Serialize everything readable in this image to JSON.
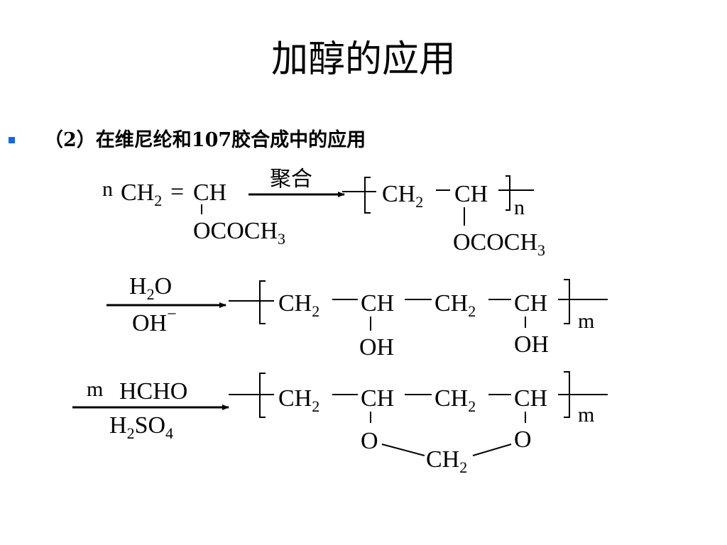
{
  "slide": {
    "title": "加醇的应用",
    "bullet": "（2）在维尼纶和107胶合成中的应用"
  },
  "reaction1": {
    "coefficient": "n",
    "ch2": "CH",
    "sub2": "2",
    "eq": "=",
    "ch": "CH",
    "substituent": "OCOCH",
    "sub3": "3",
    "arrow_label": "聚合",
    "product_ch2": "CH",
    "product_sub2": "2",
    "product_ch": "CH",
    "product_substituent": "OCOCH",
    "product_sub3": "3",
    "repeat_index": "n"
  },
  "reaction2": {
    "reagent_h": "H",
    "reagent_sub2": "2",
    "reagent_o": "O",
    "condition": "OH",
    "charge": "−",
    "ch2_1": "CH",
    "ch2_1_sub": "2",
    "ch_1": "CH",
    "ch2_2": "CH",
    "ch2_2_sub": "2",
    "ch_2": "CH",
    "oh_1": "OH",
    "oh_2": "OH",
    "repeat_index": "m"
  },
  "reaction3": {
    "coefficient": "m",
    "reagent": "HCHO",
    "catalyst_h": "H",
    "catalyst_sub2": "2",
    "catalyst_so": "SO",
    "catalyst_sub4": "4",
    "ch2_1": "CH",
    "ch2_1_sub": "2",
    "ch_1": "CH",
    "ch2_2": "CH",
    "ch2_2_sub": "2",
    "ch_2": "CH",
    "o_1": "O",
    "o_2": "O",
    "bridge_ch2": "CH",
    "bridge_sub2": "2",
    "repeat_index": "m"
  },
  "colors": {
    "bullet": "#1a66e0",
    "ink": "#000000"
  }
}
